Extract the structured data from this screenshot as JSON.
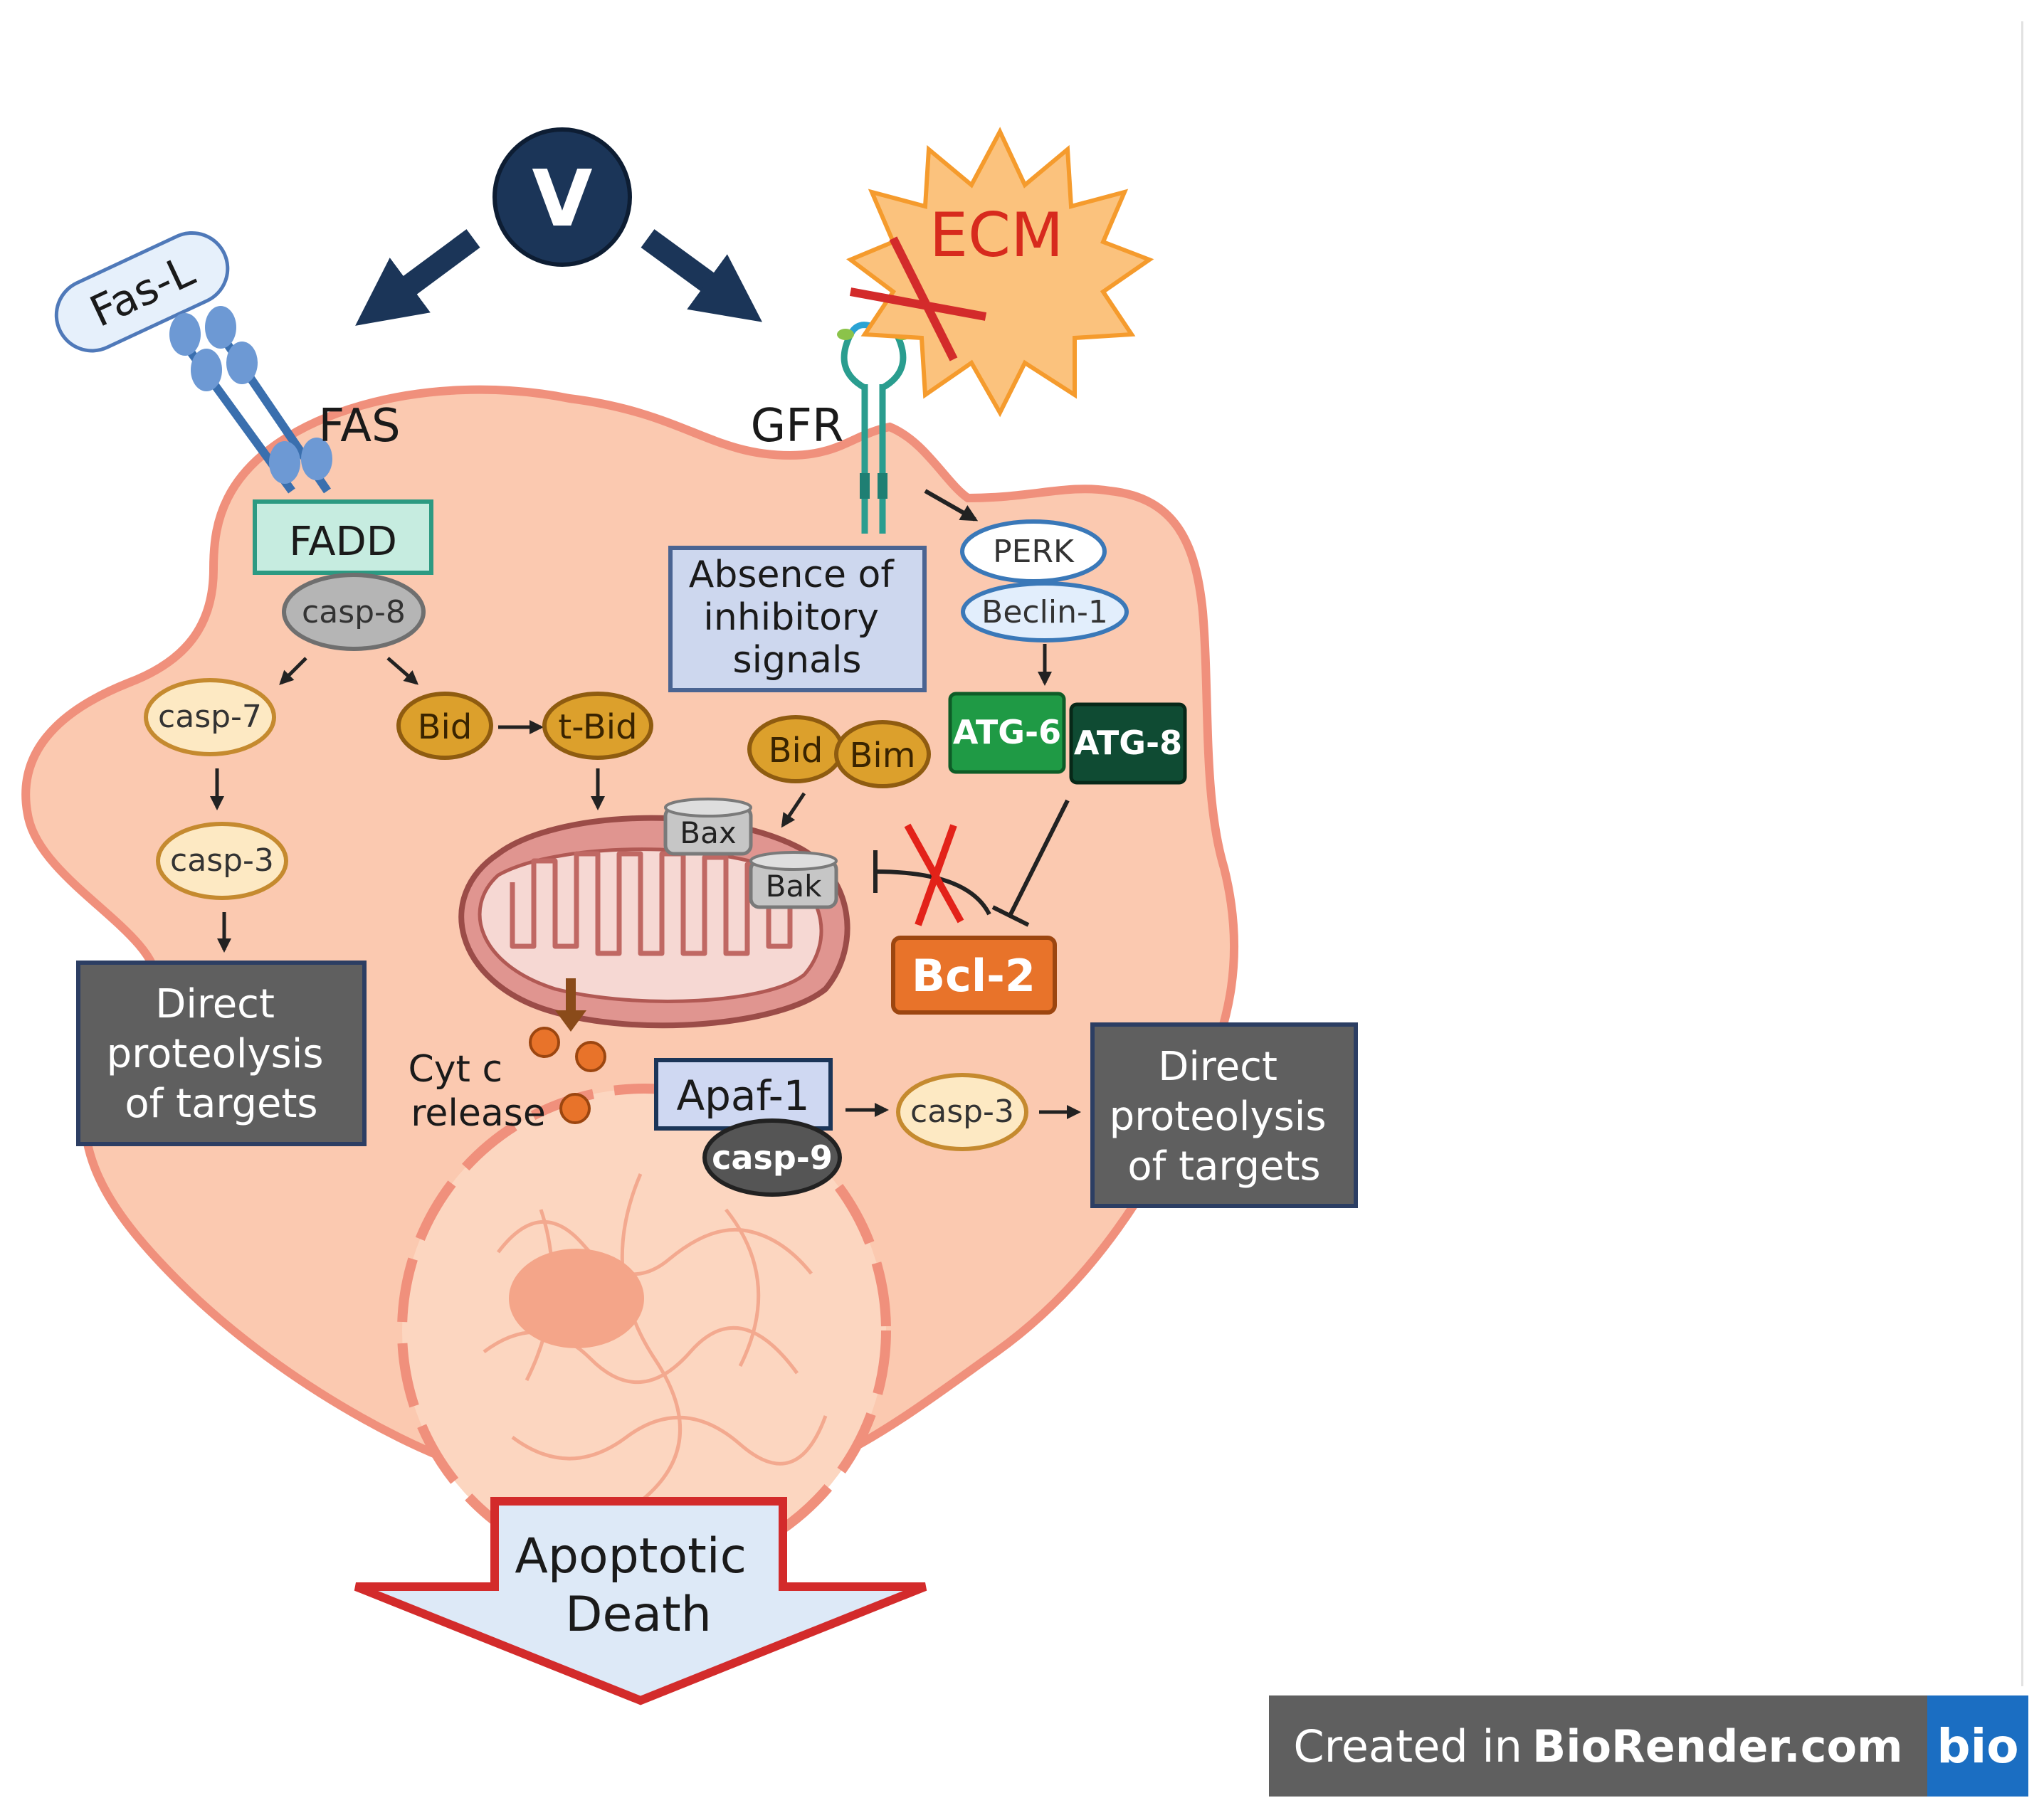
{
  "stimulus": {
    "label": "V"
  },
  "extrinsic": {
    "ligand": "Fas-L",
    "receptor": "FAS",
    "adaptor": "FADD",
    "initiator": "casp-8",
    "executioner_a": "casp-7",
    "executioner_b": "casp-3",
    "outcome": "Direct proteolysis of targets"
  },
  "intrinsic": {
    "ecm": "ECM",
    "receptor": "GFR",
    "signal_box": [
      "Absence of",
      "inhibitory",
      "signals"
    ],
    "bid": "Bid",
    "tbid": "t-Bid",
    "bid2": "Bid",
    "bim": "Bim",
    "bax": "Bax",
    "bak": "Bak",
    "cyt_c": [
      "Cyt c",
      "release"
    ],
    "apaf": "Apaf-1",
    "casp9": "casp-9",
    "casp3": "casp-3",
    "outcome": "Direct proteolysis of targets"
  },
  "autophagy": {
    "perk": "PERK",
    "beclin": "Beclin-1",
    "atg6": "ATG-6",
    "atg8": "ATG-8",
    "bcl2": "Bcl-2"
  },
  "result": {
    "lines": [
      "Apoptotic",
      "Death"
    ]
  },
  "credit": {
    "prefix": "Created in",
    "brand": "BioRender.com",
    "logo": "bio"
  },
  "colors": {
    "cell_fill": "#fbc9b0",
    "cell_stroke": "#f0907c",
    "navy": "#1b3558",
    "gray_box": "#5f5f5f",
    "bcl2": "#e8732a",
    "atg6": "#1f9a45",
    "atg8": "#0f4b33",
    "caspase_fill": "#fde9c3",
    "bid_fill": "#dca02c",
    "apaf_fill": "#cfd8f2",
    "ecm_burst": "#fbc27d",
    "red": "#e32219"
  }
}
